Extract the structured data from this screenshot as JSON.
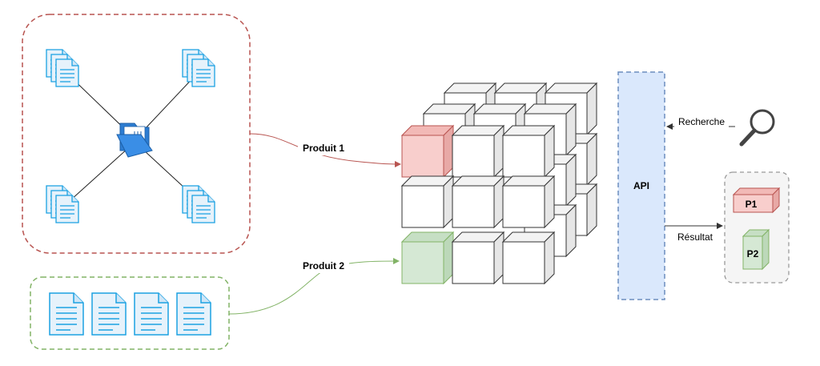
{
  "labels": {
    "product1": "Produit 1",
    "product2": "Produit 2",
    "api": "API",
    "search": "Recherche",
    "result": "Résultat",
    "p1": "P1",
    "p2": "P2"
  },
  "colors": {
    "red_dash": "#b85450",
    "green_dash": "#82b366",
    "blue_fill": "#dae8fc",
    "blue_dash": "#6c8ebf",
    "red_fill": "#f8cecc",
    "green_fill": "#d5e8d4",
    "doc_stroke": "#1ba1e2",
    "doc_fill": "#e6f2fb",
    "grey_dash": "#999999"
  },
  "icons": [
    "document-stack-icon",
    "folder-icon",
    "document-icon",
    "magnifier-icon",
    "cube-icon"
  ]
}
